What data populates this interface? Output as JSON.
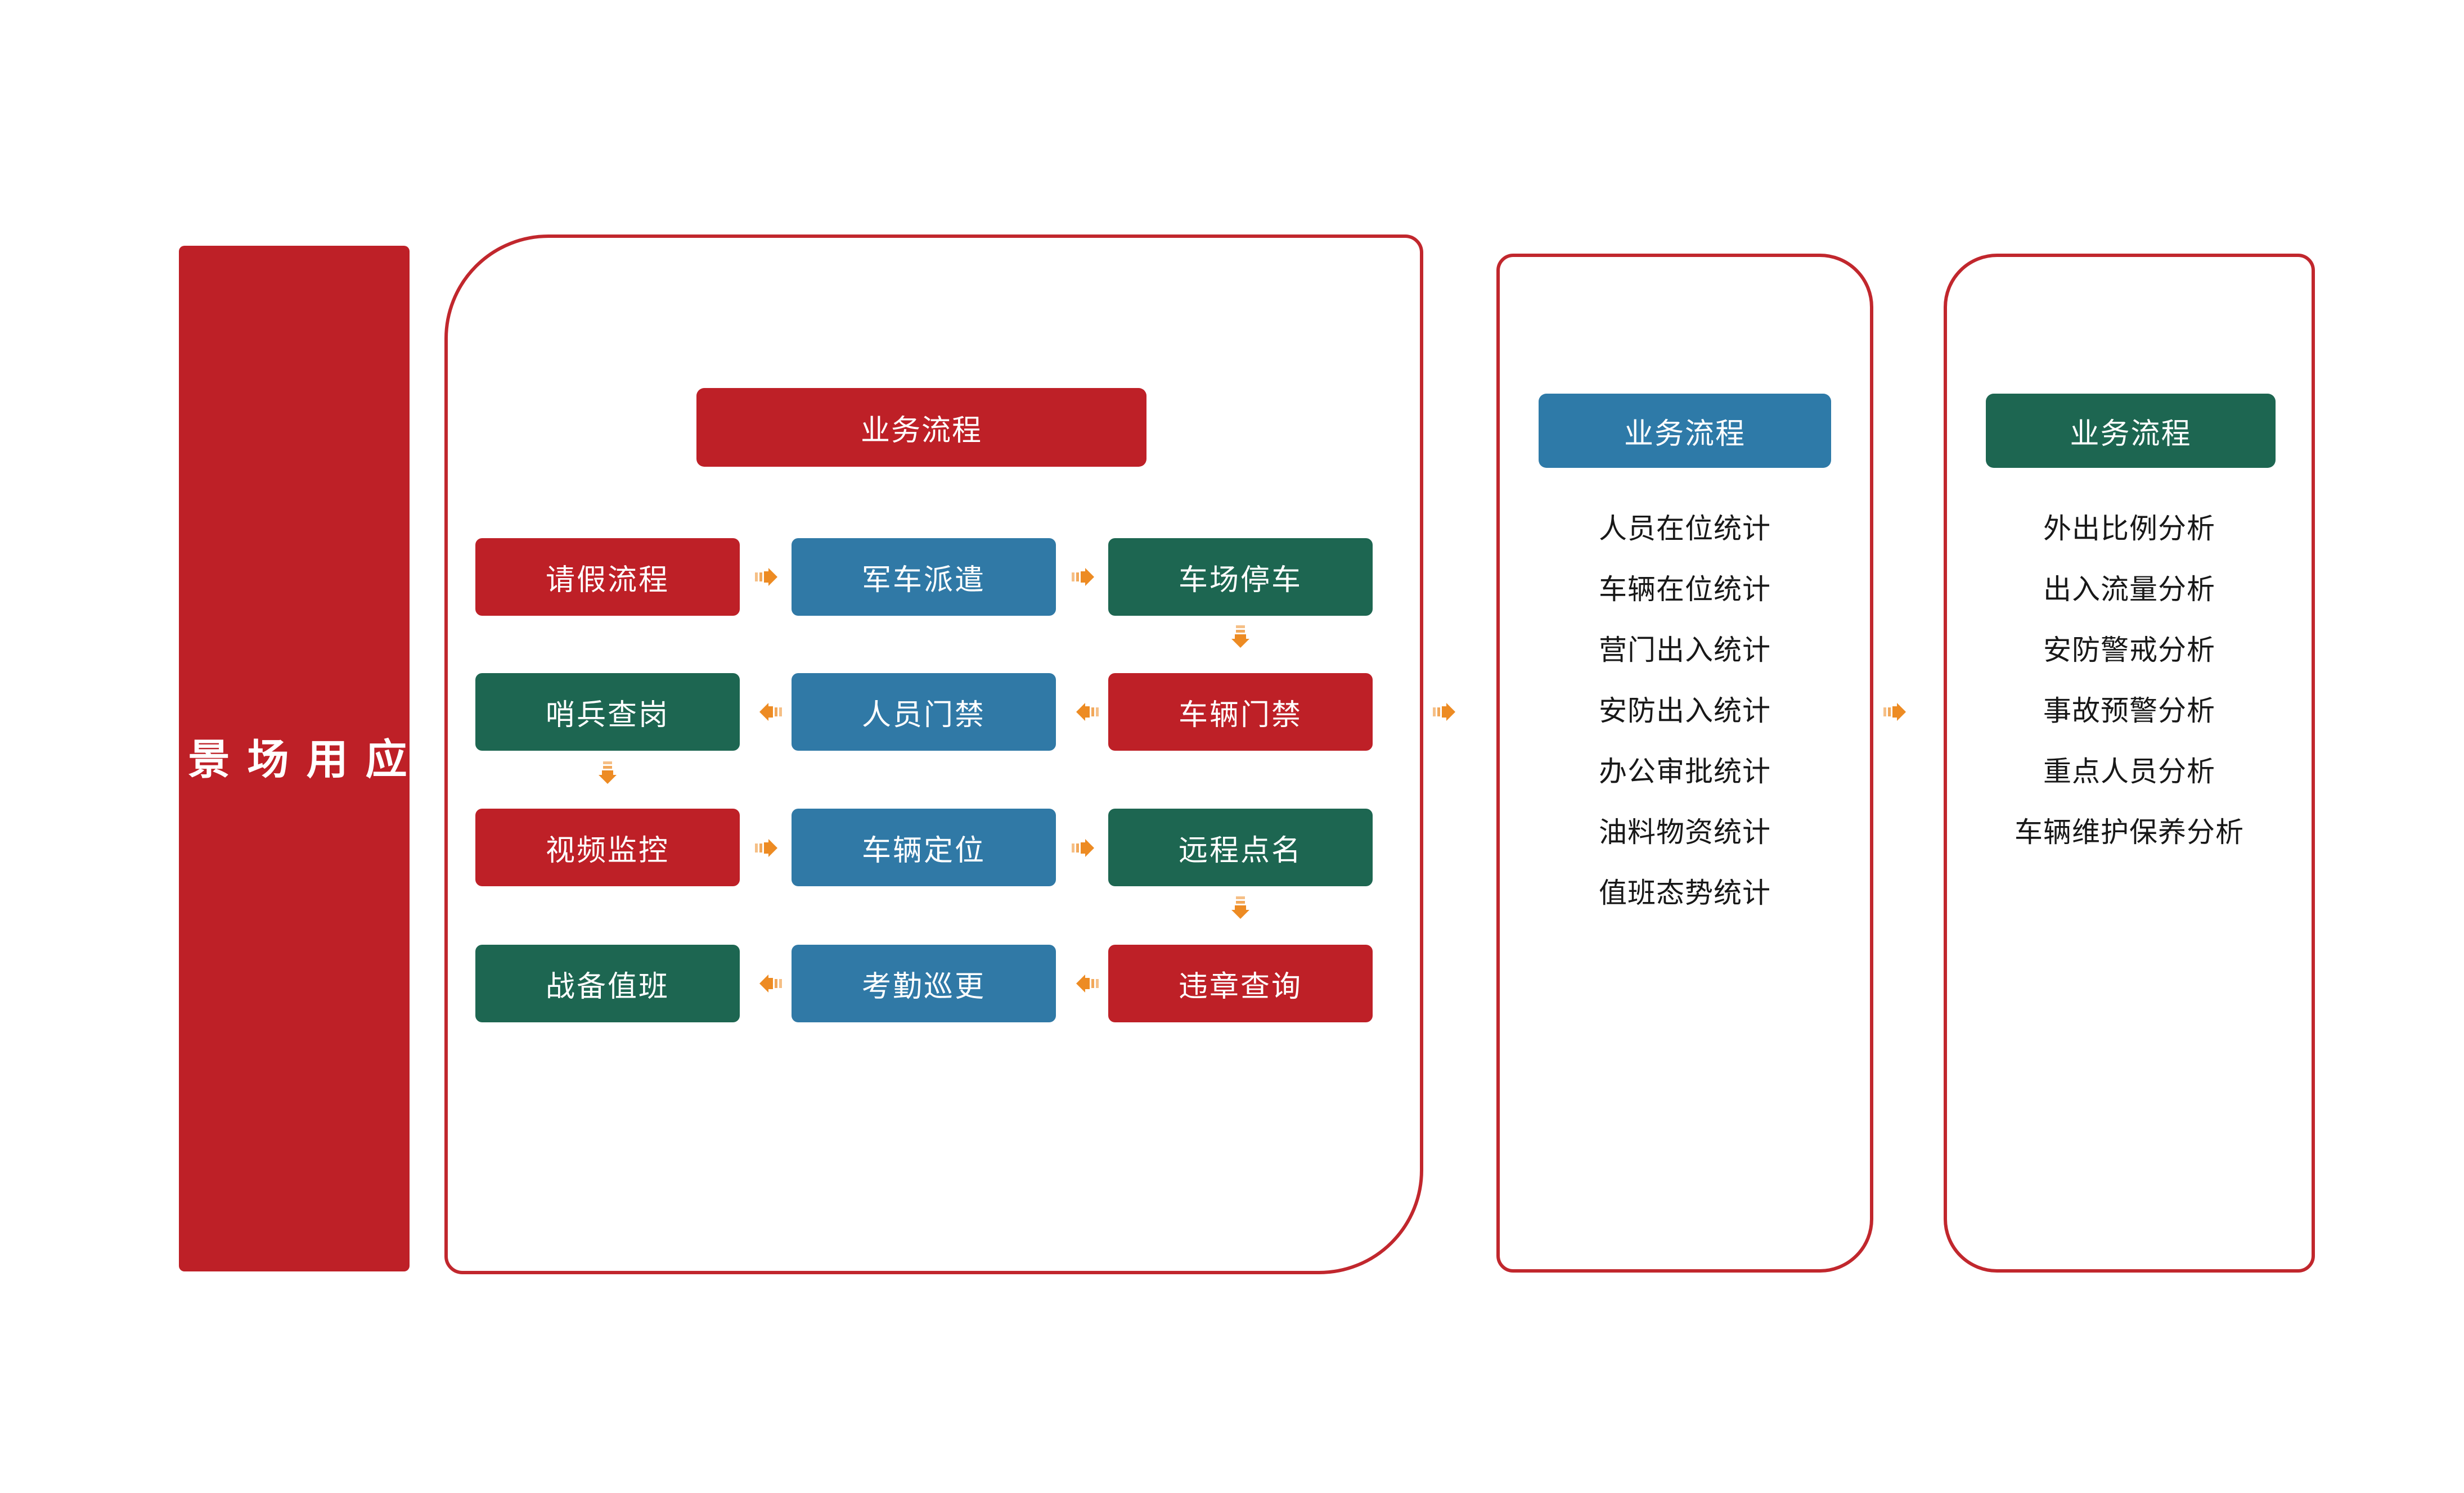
{
  "banner": {
    "label": "应\n用\n场\n景",
    "color": "#BE2027"
  },
  "colors": {
    "red": "#BE2027",
    "blue": "#3079A6",
    "green": "#1D6651",
    "arrow_orange": "#ED8B23",
    "panel_border": "#C1272D"
  },
  "panel1": {
    "header": "业务流程",
    "header_color": "#BE2027",
    "grid": [
      [
        {
          "label": "请假流程",
          "color": "red"
        },
        {
          "label": "军车派遣",
          "color": "blue"
        },
        {
          "label": "车场停车",
          "color": "green"
        }
      ],
      [
        {
          "label": "哨兵查岗",
          "color": "green"
        },
        {
          "label": "人员门禁",
          "color": "blue"
        },
        {
          "label": "车辆门禁",
          "color": "red"
        }
      ],
      [
        {
          "label": "视频监控",
          "color": "red"
        },
        {
          "label": "车辆定位",
          "color": "blue"
        },
        {
          "label": "远程点名",
          "color": "green"
        }
      ],
      [
        {
          "label": "战备值班",
          "color": "green"
        },
        {
          "label": "考勤巡更",
          "color": "blue"
        },
        {
          "label": "违章查询",
          "color": "red"
        }
      ]
    ],
    "flow": {
      "row0_direction": "right",
      "row1_direction": "left",
      "row2_direction": "right",
      "row3_direction": "left",
      "vertical_right_0_to_1": "down",
      "vertical_left_1_to_2": "down",
      "vertical_right_2_to_3": "down"
    }
  },
  "panel2": {
    "header": "业务流程",
    "header_color": "#2E7AA8",
    "items": [
      "人员在位统计",
      "车辆在位统计",
      "营门出入统计",
      "安防出入统计",
      "办公审批统计",
      "油料物资统计",
      "值班态势统计"
    ]
  },
  "panel3": {
    "header": "业务流程",
    "header_color": "#1D6651",
    "items": [
      "外出比例分析",
      "出入流量分析",
      "安防警戒分析",
      "事故预警分析",
      "重点人员分析",
      "车辆维护保养分析"
    ]
  },
  "icons": {
    "arrow_right": "arrow-right-icon",
    "arrow_left": "arrow-left-icon",
    "arrow_down": "arrow-down-icon"
  }
}
